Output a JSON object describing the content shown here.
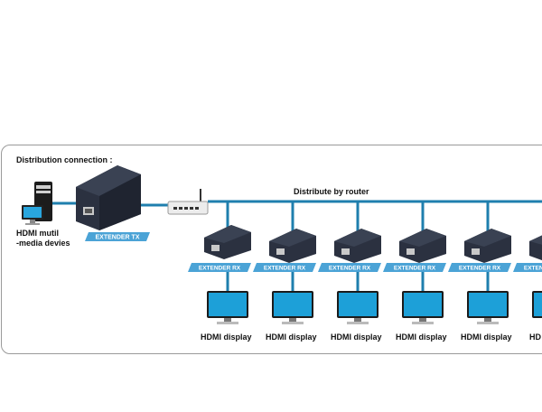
{
  "diagram": {
    "title": "Distribution connection :",
    "router_label": "Distribute by router",
    "source_label_line1": "HDMI mutil",
    "source_label_line2": "-media devies",
    "transmitter_badge": "EXTENDER TX",
    "receiver_badge": "EXTENDER RX",
    "display_labels": [
      "HDMI display",
      "HDMI display",
      "HDMI display",
      "HDMI display",
      "HDMI display",
      "HD"
    ]
  },
  "colors": {
    "cable": "#1f7fae",
    "device_body": "#2b3140",
    "badge": "#4ba3d6",
    "screen": "#1da0d8"
  }
}
